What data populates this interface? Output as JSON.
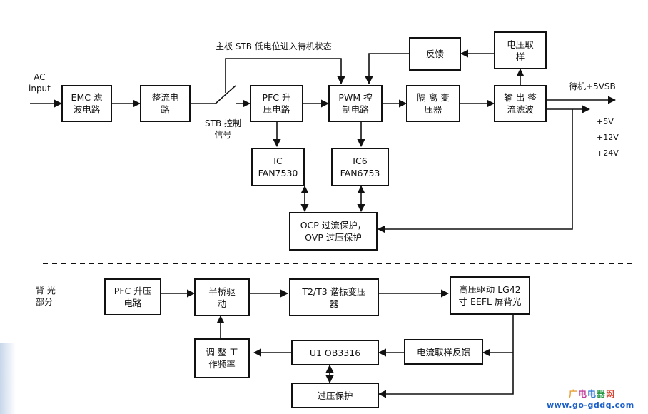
{
  "power_section": {
    "blocks": {
      "emc": "EMC 滤\n波电路",
      "rect": "整流电\n路",
      "pfc": "PFC  升\n压电路",
      "pwm": "PWM 控\n制电路",
      "iso": "隔 离 变\n压器",
      "out": "输 出 整\n流滤波",
      "fb": "反馈",
      "vs": "电压取\n样",
      "ic": "IC\nFAN7530",
      "ic6": "IC6\nFAN6753",
      "ocp": "OCP 过流保护，\nOVP 过压保护"
    },
    "labels": {
      "ac_input": "AC\ninput",
      "stb_note": "主板 STB 低电位进入待机状态",
      "stb_ctrl": "STB 控制\n信号",
      "standby": "待机+5VSB",
      "v5": "+5V",
      "v12": "+12V",
      "v24": "+24V"
    }
  },
  "backlight_section": {
    "title": "背 光\n部分",
    "blocks": {
      "bpfc": "PFC 升压\n电路",
      "half": "半桥驱\n动",
      "t2t3": "T2/T3 谐振变压\n器",
      "hv": "高压驱动  LG42\n寸 EEFL 屏背光",
      "tune": "调 整 工\n作频率",
      "u1": "U1 OB3316",
      "cur": "电流取样反馈",
      "ovp": "过压保护"
    }
  },
  "watermark": {
    "brand": "广电电器网",
    "url": "www.go-gddq.com",
    "brand_colors": [
      "#e8a13a",
      "#c23b9a",
      "#3a7bd5",
      "#2b9b48",
      "#d9432f"
    ]
  }
}
